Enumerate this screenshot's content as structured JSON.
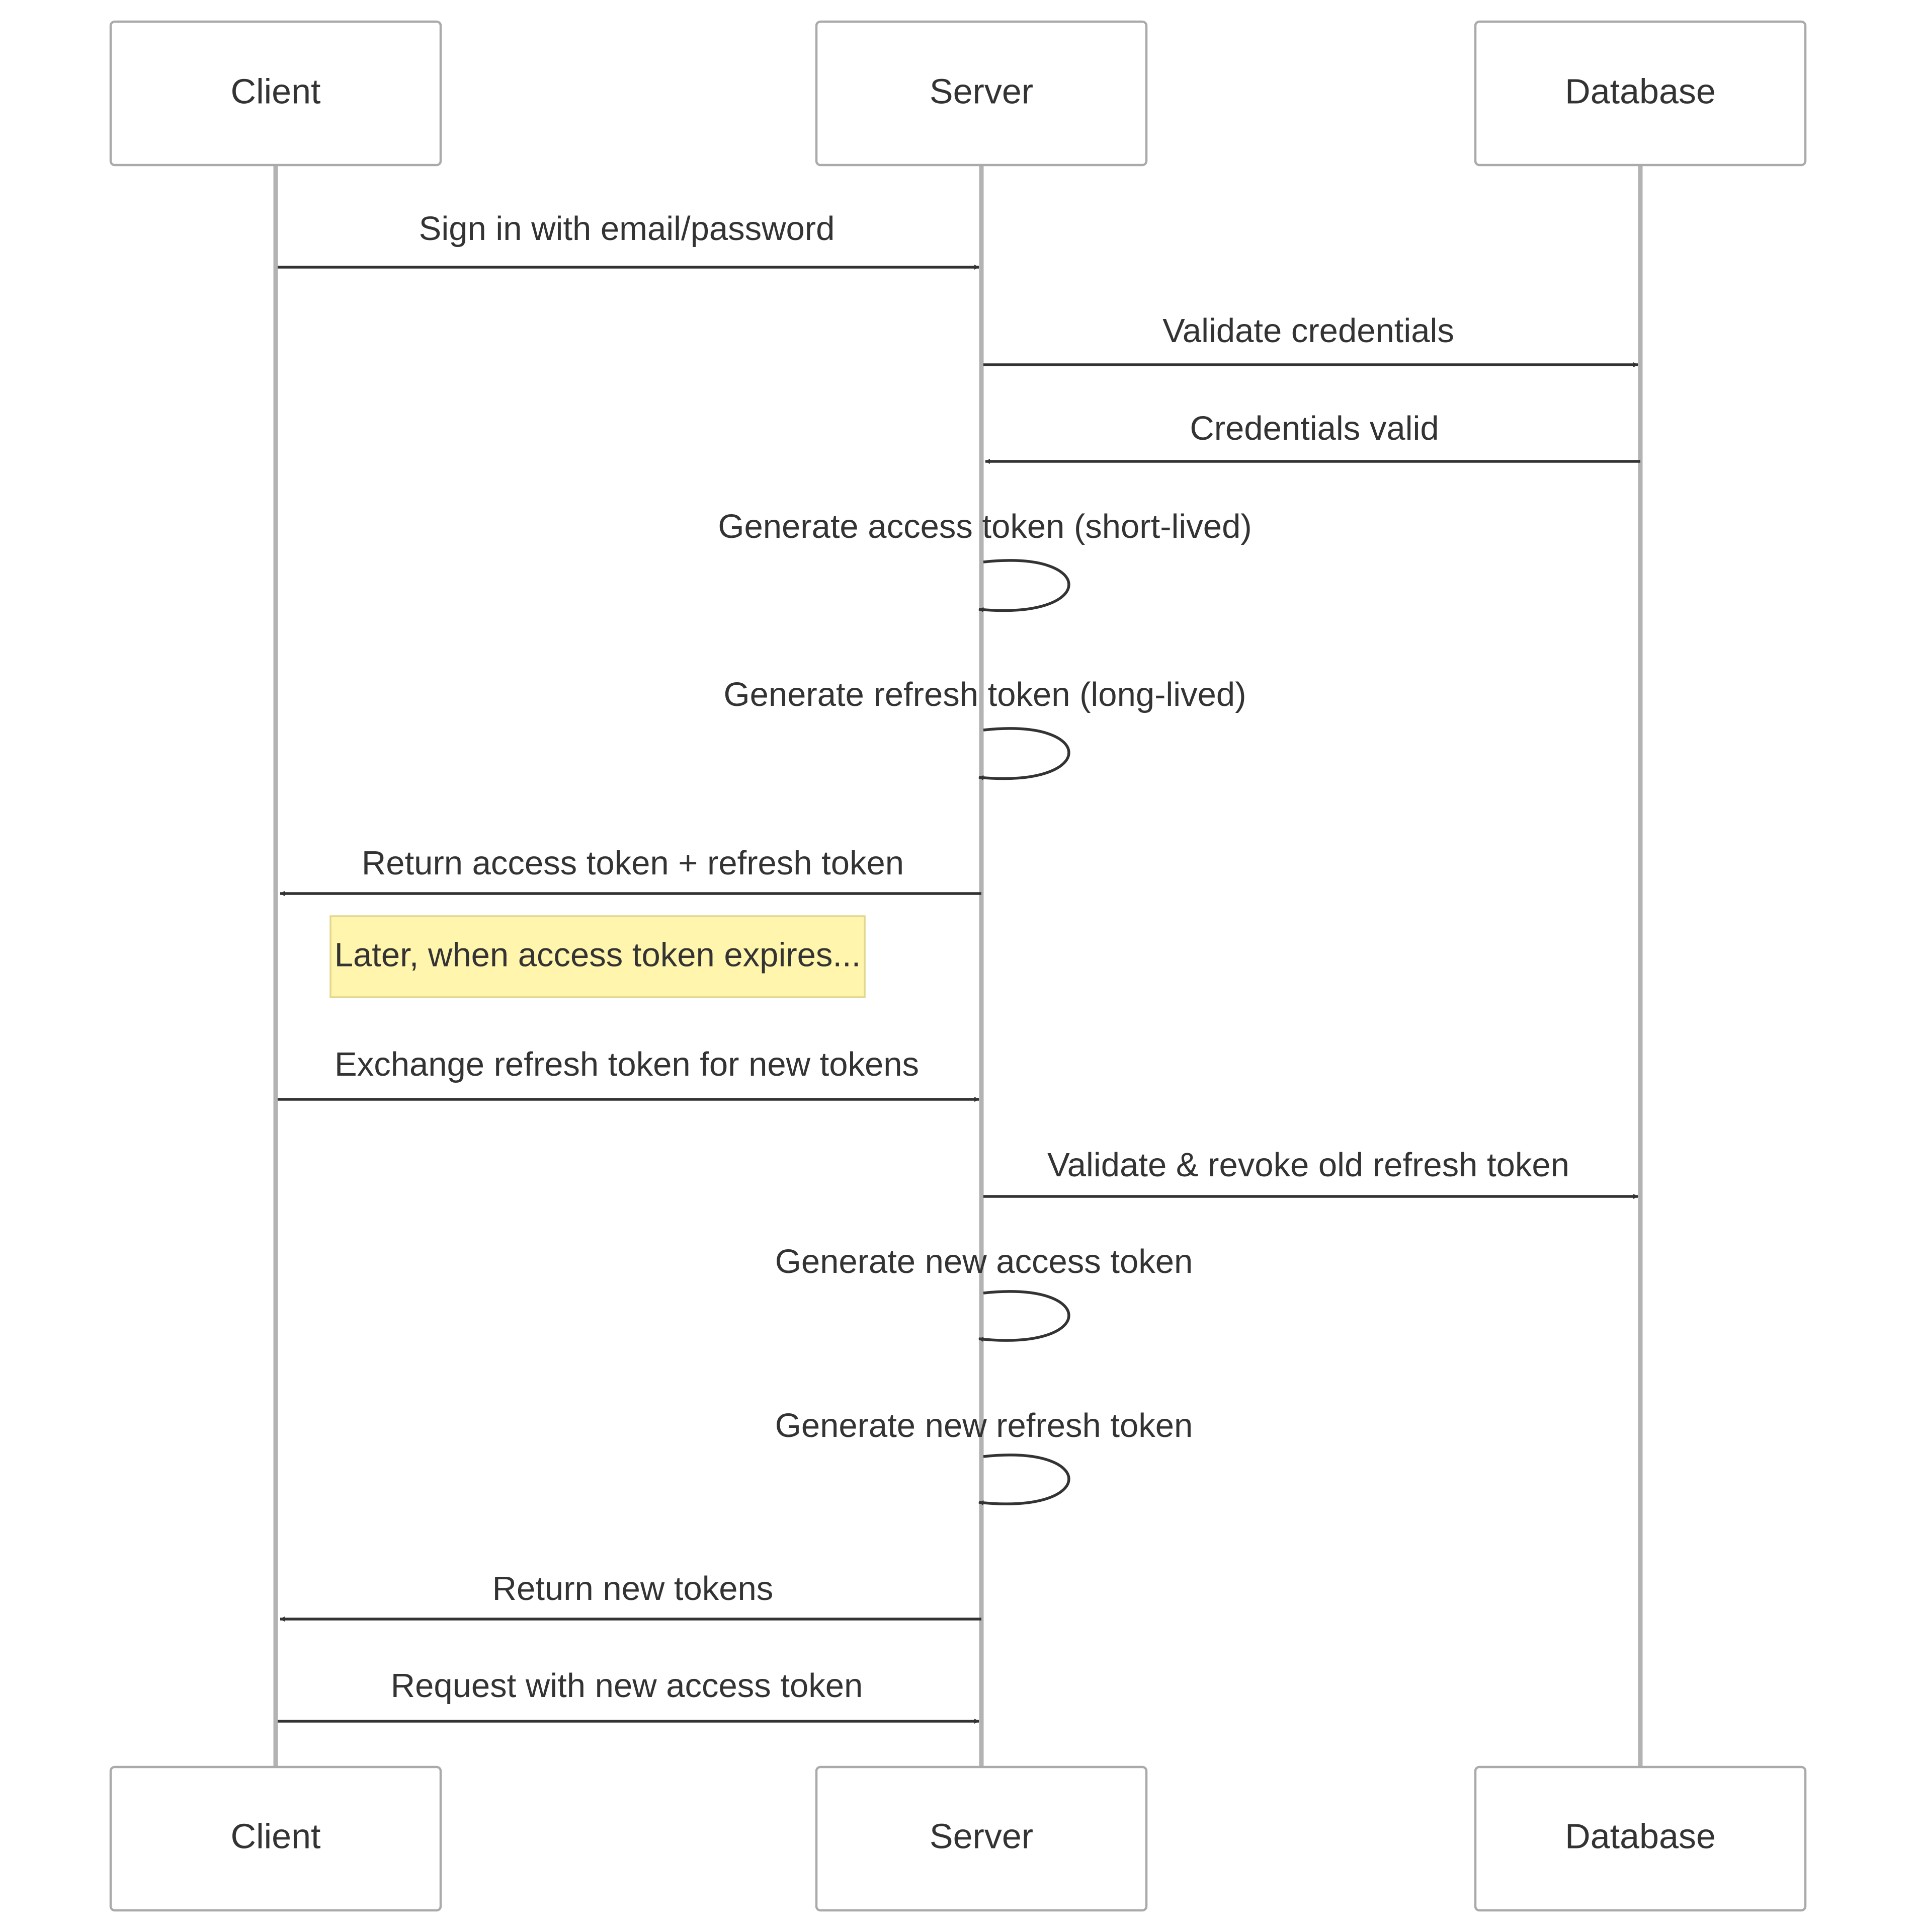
{
  "diagram": {
    "type": "sequence",
    "colors": {
      "background": "#ffffff",
      "actor_border": "#aaaaaa",
      "lifeline": "#b3b3b3",
      "arrow": "#333333",
      "text": "#333333",
      "note_fill": "#fff5ad",
      "note_border": "#e2d78c"
    },
    "participants": [
      {
        "id": "client",
        "label": "Client"
      },
      {
        "id": "server",
        "label": "Server"
      },
      {
        "id": "database",
        "label": "Database"
      }
    ],
    "messages": [
      {
        "from": "client",
        "to": "server",
        "label": "Sign in with email/password"
      },
      {
        "from": "server",
        "to": "database",
        "label": "Validate credentials"
      },
      {
        "from": "database",
        "to": "server",
        "label": "Credentials valid"
      },
      {
        "from": "server",
        "to": "server",
        "label": "Generate access token (short-lived)"
      },
      {
        "from": "server",
        "to": "server",
        "label": "Generate refresh token (long-lived)"
      },
      {
        "from": "server",
        "to": "client",
        "label": "Return access token + refresh token"
      },
      {
        "from": "client",
        "to": "server",
        "label": "Exchange refresh token for new tokens"
      },
      {
        "from": "server",
        "to": "database",
        "label": "Validate & revoke old refresh token"
      },
      {
        "from": "server",
        "to": "server",
        "label": "Generate new access token"
      },
      {
        "from": "server",
        "to": "server",
        "label": "Generate new refresh token"
      },
      {
        "from": "server",
        "to": "client",
        "label": "Return new tokens"
      },
      {
        "from": "client",
        "to": "server",
        "label": "Request with new access token"
      }
    ],
    "notes": [
      {
        "over": "client",
        "text": "Later, when access token expires..."
      }
    ]
  }
}
